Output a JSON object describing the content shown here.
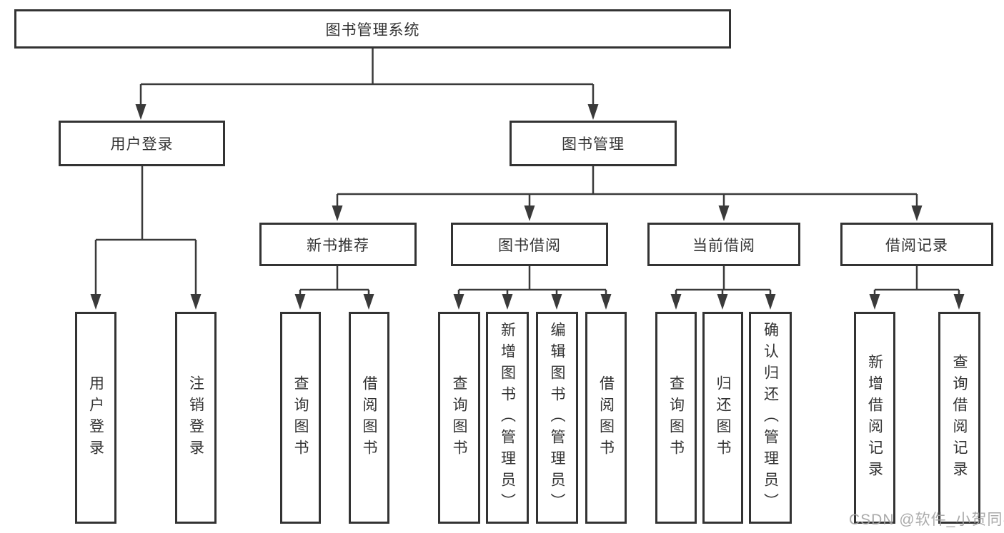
{
  "diagram": {
    "type": "hierarchy",
    "root": {
      "label": "图书管理系统"
    },
    "level2": [
      {
        "label": "用户登录",
        "parent": "图书管理系统"
      },
      {
        "label": "图书管理",
        "parent": "图书管理系统"
      }
    ],
    "level3": [
      {
        "label": "新书推荐",
        "parent": "图书管理"
      },
      {
        "label": "图书借阅",
        "parent": "图书管理"
      },
      {
        "label": "当前借阅",
        "parent": "图书管理"
      },
      {
        "label": "借阅记录",
        "parent": "图书管理"
      }
    ],
    "leaves": [
      {
        "label": "用户登录",
        "parent": "用户登录"
      },
      {
        "label": "注销登录",
        "parent": "用户登录"
      },
      {
        "label": "查询图书",
        "parent": "新书推荐"
      },
      {
        "label": "借阅图书",
        "parent": "新书推荐"
      },
      {
        "label": "查询图书",
        "parent": "图书借阅"
      },
      {
        "label": "新增图书（管理员）",
        "parent": "图书借阅"
      },
      {
        "label": "编辑图书（管理员）",
        "parent": "图书借阅"
      },
      {
        "label": "借阅图书",
        "parent": "图书借阅"
      },
      {
        "label": "查询图书",
        "parent": "当前借阅"
      },
      {
        "label": "归还图书",
        "parent": "当前借阅"
      },
      {
        "label": "确认归还（管理员）",
        "parent": "当前借阅"
      },
      {
        "label": "新增借阅记录",
        "parent": "借阅记录"
      },
      {
        "label": "查询借阅记录",
        "parent": "借阅记录"
      }
    ],
    "watermark": {
      "text": "CSDN @软件_小贺同学"
    },
    "colors": {
      "line": "#3a3a3a",
      "box_border": "#333333",
      "text": "#333333",
      "watermark": "#a3a3a3",
      "background": "#ffffff"
    }
  }
}
